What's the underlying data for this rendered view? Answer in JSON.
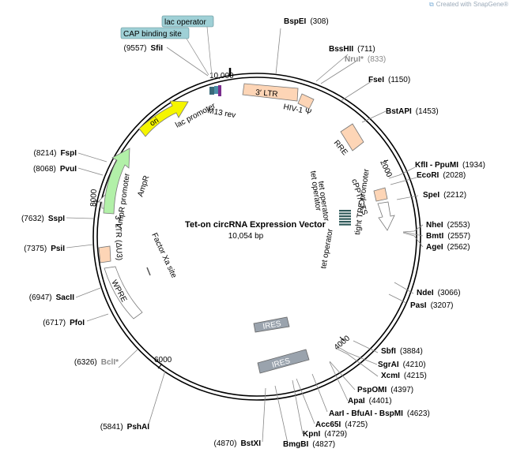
{
  "plasmid": {
    "name": "Tet-on circRNA Expression Vector",
    "size_label": "10,054 bp"
  },
  "credit": "Created with SnapGene®",
  "ruler_ticks": [
    "10,000",
    "2000",
    "4000",
    "6000",
    "8000"
  ],
  "sites": [
    {
      "name": "BspEI",
      "pos": "(308)"
    },
    {
      "name": "BssHII",
      "pos": "(711)"
    },
    {
      "name": "NruI*",
      "pos": "(833)"
    },
    {
      "name": "FseI",
      "pos": "(1150)"
    },
    {
      "name": "BstAPI",
      "pos": "(1453)"
    },
    {
      "name": "KflI - PpuMI",
      "pos": "(1934)"
    },
    {
      "name": "EcoRI",
      "pos": "(2028)"
    },
    {
      "name": "SpeI",
      "pos": "(2212)"
    },
    {
      "name": "NheI",
      "pos": "(2553)"
    },
    {
      "name": "BmtI",
      "pos": "(2557)"
    },
    {
      "name": "AgeI",
      "pos": "(2562)"
    },
    {
      "name": "NdeI",
      "pos": "(3066)"
    },
    {
      "name": "PasI",
      "pos": "(3207)"
    },
    {
      "name": "SbfI",
      "pos": "(3884)"
    },
    {
      "name": "SgrAI",
      "pos": "(4210)"
    },
    {
      "name": "XcmI",
      "pos": "(4215)"
    },
    {
      "name": "PspOMI",
      "pos": "(4397)"
    },
    {
      "name": "ApaI",
      "pos": "(4401)"
    },
    {
      "name": "AarI - BfuAI - BspMI",
      "pos": "(4623)"
    },
    {
      "name": "Acc65I",
      "pos": "(4725)"
    },
    {
      "name": "KpnI",
      "pos": "(4729)"
    },
    {
      "name": "BmgBI",
      "pos": "(4827)"
    },
    {
      "name": "BstXI",
      "pos": "(4870)"
    },
    {
      "name": "PshAI",
      "pos": "(5841)"
    },
    {
      "name": "BclI*",
      "pos": "(6326)"
    },
    {
      "name": "PfoI",
      "pos": "(6717)"
    },
    {
      "name": "SacII",
      "pos": "(6947)"
    },
    {
      "name": "PsiI",
      "pos": "(7375)"
    },
    {
      "name": "SspI",
      "pos": "(7632)"
    },
    {
      "name": "PvuI",
      "pos": "(8068)"
    },
    {
      "name": "FspI",
      "pos": "(8214)"
    },
    {
      "name": "SfiI",
      "pos": "(9557)"
    }
  ],
  "boxed_features": [
    "lac operator",
    "CAP binding site"
  ],
  "features": {
    "ltr3": "3′ LTR",
    "hiv": "HIV-1 Ψ",
    "rre": "RRE",
    "cppt": "cPPT/CTS",
    "tet_op1": "tet operator",
    "tet_op2": "tet operator",
    "tet_op3": "tet operator",
    "tight_tre": "tight TRE promoter",
    "ires1": "IRES",
    "ires2": "IRES",
    "wpre": "WPRE",
    "ltr_du3": "3′ LTR (ΔU3)",
    "factor_xa": "Factor Xa site",
    "ampr_promoter": "AmpR promoter",
    "ampr": "AmpR",
    "ori": "ori",
    "lac_promoter": "lac promoter",
    "m13_rev": "M13 rev"
  },
  "colors": {
    "ltr": "#fdd5b6",
    "ampr": "#b2f0a8",
    "ori": "#f5f500",
    "ires": "#9aa3ad",
    "tet": "#2f5a5a",
    "box": "#9fd0d6",
    "grey_label": "#8a8a8a"
  }
}
